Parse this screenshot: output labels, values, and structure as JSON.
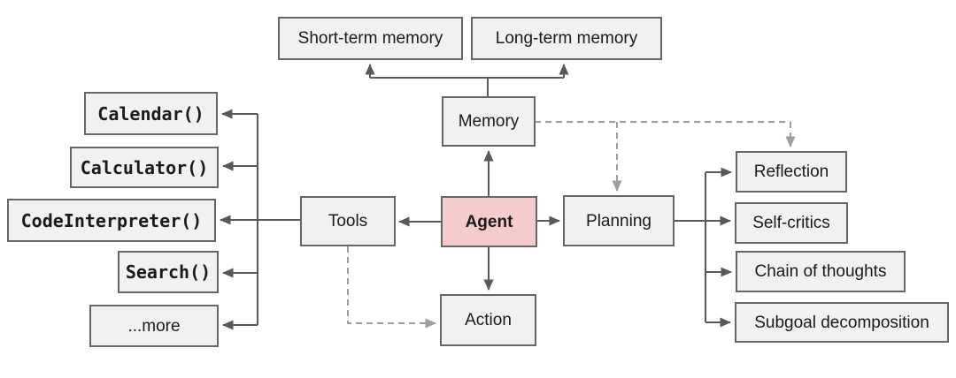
{
  "colors": {
    "background": "#ffffff",
    "box_fill": "#f1f1f1",
    "box_border": "#666666",
    "agent_fill": "#f4cccc",
    "solid_line": "#595959",
    "dashed_line": "#9e9e9e",
    "text": "#1a1a1a"
  },
  "nodes": {
    "agent": "Agent",
    "memory": "Memory",
    "short_term_memory": "Short-term memory",
    "long_term_memory": "Long-term memory",
    "tools": "Tools",
    "action": "Action",
    "planning": "Planning",
    "calendar": "Calendar()",
    "calculator": "Calculator()",
    "code_interpreter": "CodeInterpreter()",
    "search": "Search()",
    "more": "...more",
    "reflection": "Reflection",
    "self_critics": "Self-critics",
    "chain_of_thoughts": "Chain of thoughts",
    "subgoal_decomposition": "Subgoal decomposition"
  },
  "edges": {
    "solid": [
      "Memory -> Short-term memory",
      "Memory -> Long-term memory",
      "Agent -> Memory",
      "Agent -> Tools",
      "Agent -> Planning",
      "Agent -> Action",
      "Tools -> Calendar()",
      "Tools -> Calculator()",
      "Tools -> CodeInterpreter()",
      "Tools -> Search()",
      "Tools -> ...more",
      "Planning -> Reflection",
      "Planning -> Self-critics",
      "Planning -> Chain of thoughts",
      "Planning -> Subgoal decomposition"
    ],
    "dashed": [
      "Memory -> Planning",
      "Memory -> Reflection",
      "Tools -> Action"
    ]
  }
}
